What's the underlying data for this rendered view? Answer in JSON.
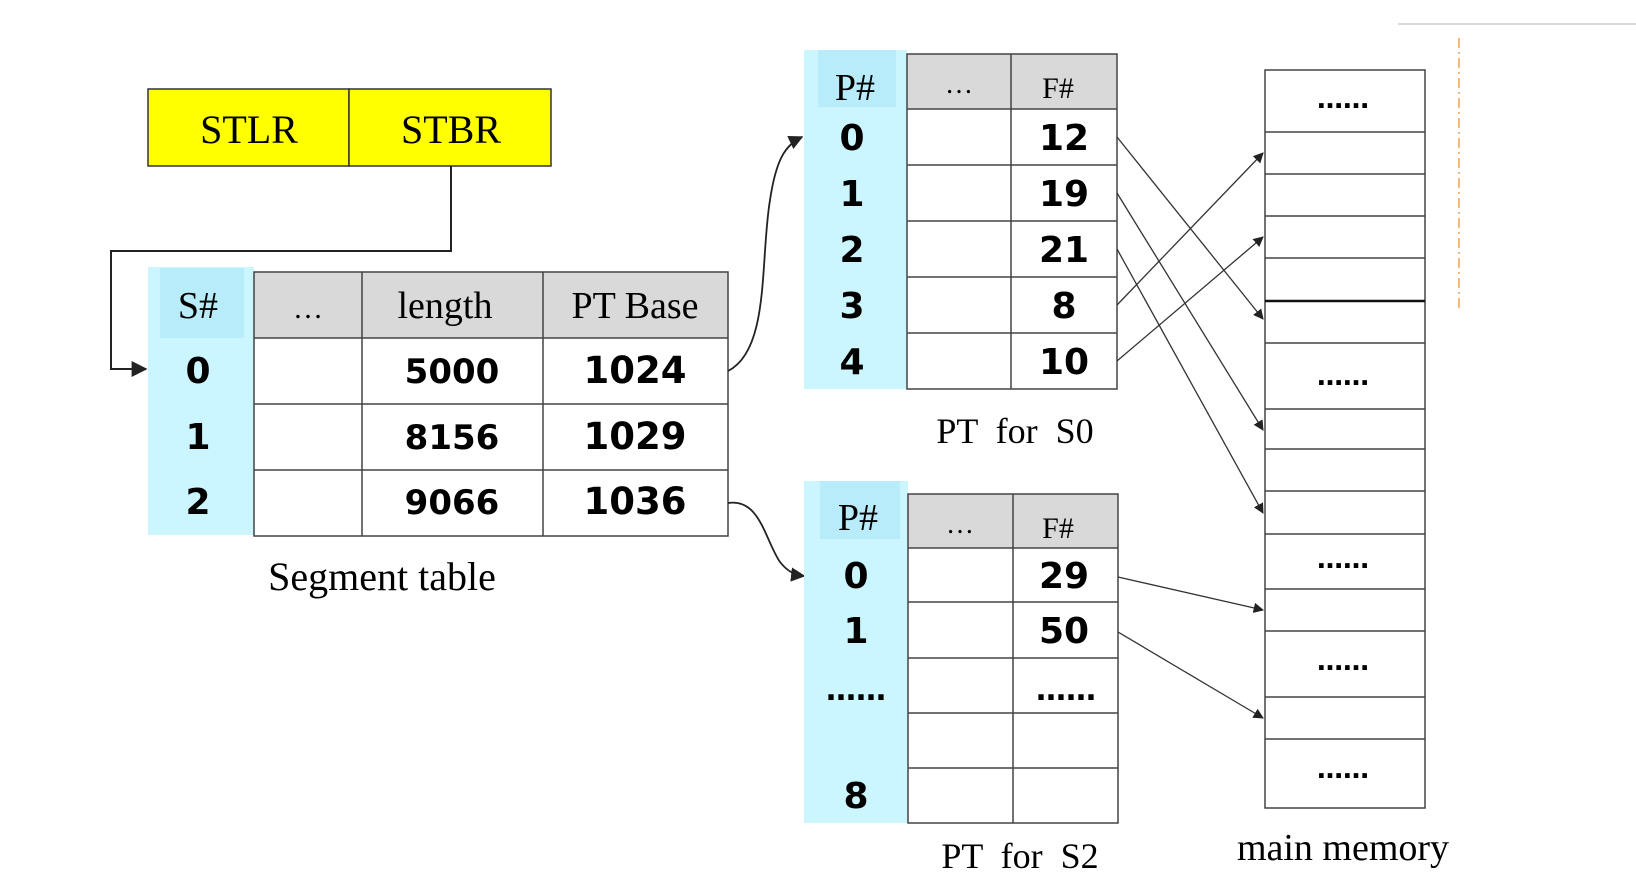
{
  "registers": {
    "stlr": "STLR",
    "stbr": "STBR"
  },
  "segment_table": {
    "title": "Segment table",
    "index_header": "S#",
    "headers": [
      "…",
      "length",
      "PT Base"
    ],
    "rows": [
      {
        "index": "0",
        "length": "5000",
        "pt_base": "1024"
      },
      {
        "index": "1",
        "length": "8156",
        "pt_base": "1029"
      },
      {
        "index": "2",
        "length": "9066",
        "pt_base": "1036"
      }
    ]
  },
  "pt_s0": {
    "title": "PT  for  S0",
    "index_header": "P#",
    "headers": [
      "…",
      "F#"
    ],
    "rows": [
      {
        "index": "0",
        "frame": "12"
      },
      {
        "index": "1",
        "frame": "19"
      },
      {
        "index": "2",
        "frame": "21"
      },
      {
        "index": "3",
        "frame": "8"
      },
      {
        "index": "4",
        "frame": "10"
      }
    ]
  },
  "pt_s2": {
    "title": "PT  for  S2",
    "index_header": "P#",
    "headers": [
      "…",
      "F#"
    ],
    "rows": [
      {
        "index": "0",
        "frame": "29"
      },
      {
        "index": "1",
        "frame": "50"
      },
      {
        "index": "……",
        "frame": "……"
      },
      {
        "index": "",
        "frame": ""
      },
      {
        "index": "8",
        "frame": ""
      }
    ]
  },
  "main_memory": {
    "title": "main memory",
    "ellipsis_labels": [
      "……",
      "……",
      "……",
      "……",
      "……"
    ]
  },
  "colors": {
    "register_fill": "#ffff00",
    "index_fill": "#ccf6ff",
    "header_fill": "#d9d9d9",
    "line": "#333333",
    "accent_dash": "#f0a050"
  }
}
